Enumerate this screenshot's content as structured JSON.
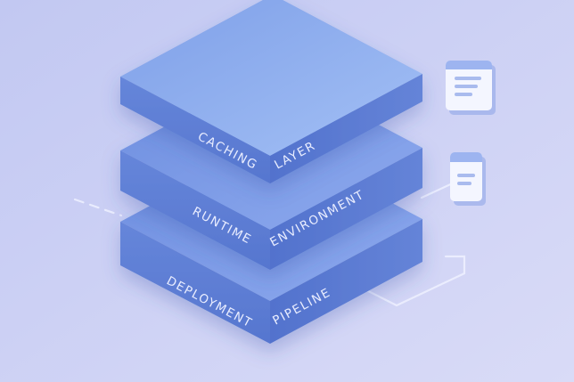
{
  "layers": [
    {
      "left_word": "CACHING",
      "right_word": "LAYER"
    },
    {
      "left_word": "RUNTIME",
      "right_word": "ENVIRONMENT"
    },
    {
      "left_word": "DEPLOYMENT",
      "right_word": "PIPELINE"
    }
  ],
  "icons": [
    "document-card-icon",
    "document-card-icon"
  ],
  "colors": {
    "background_top": "#c3c9f3",
    "background_bottom": "#d6d9f6",
    "top_face": "#8fb0ef",
    "left_face": "#5f80d6",
    "right_face": "#5474cf",
    "label_text": "#e9edff",
    "connector": "#eef1ff"
  }
}
